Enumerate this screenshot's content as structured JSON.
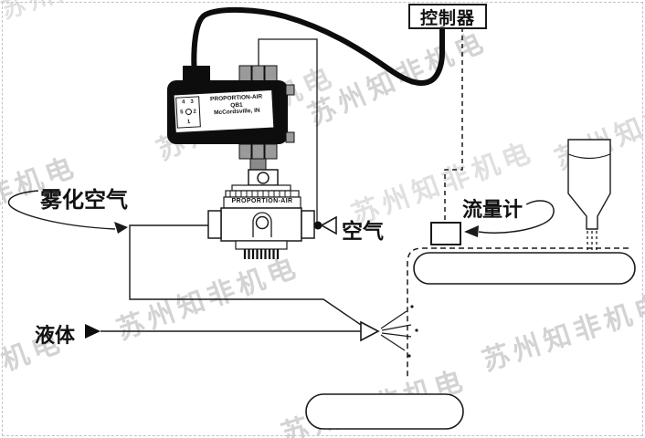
{
  "watermark": {
    "text": "苏州知非机电"
  },
  "labels": {
    "controller": "控制器",
    "atomizing_air": "雾化空气",
    "air": "空气",
    "flow_meter": "流量计",
    "liquid": "液体"
  },
  "regulator": {
    "line1": "PROPORTION-AIR",
    "line2": "QB1",
    "line3": "McCordsville, IN",
    "pins": {
      "p4": "4",
      "p3": "3",
      "p5": "5",
      "p2": "2",
      "p1": "1"
    }
  },
  "valve": {
    "label": "PROPORTION-AIR"
  },
  "colors": {
    "ink": "#1a1a1a",
    "gray_fill": "#9a9a9a",
    "watermark": "#a8a8a8"
  }
}
